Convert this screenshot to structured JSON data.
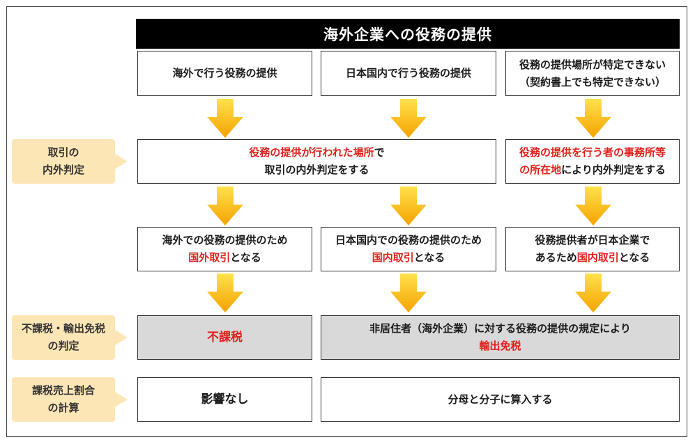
{
  "title": "海外企業への役務の提供",
  "labels": {
    "determination_line1": "取引の",
    "determination_line2": "内外判定",
    "taxation_line1": "不課税・輸出免税",
    "taxation_line2": "の判定",
    "ratio_line1": "課税売上割合",
    "ratio_line2": "の計算"
  },
  "row1": {
    "col1": "海外で行う役務の提供",
    "col2": "日本国内で行う役務の提供",
    "col3_line1": "役務の提供場所が特定できない",
    "col3_line2": "（契約書上でも特定できない）"
  },
  "row2": {
    "left_red": "役務の提供が行われた場所",
    "left_tail": "で",
    "left_line2": "取引の内外判定をする",
    "right_red1": "役務の提供を行う者の事務所等",
    "right_red2": "の所在地",
    "right_tail": "により内外判定をする"
  },
  "row3": {
    "col1_line1": "海外での役務の提供のため",
    "col1_red": "国外取引",
    "col1_tail": "となる",
    "col2_line1": "日本国内での役務の提供のため",
    "col2_red": "国内取引",
    "col2_tail": "となる",
    "col3_line1": "役務提供者が日本企業で",
    "col3_pre": "あるため",
    "col3_red": "国内取引",
    "col3_tail": "となる"
  },
  "row4": {
    "left": "不課税",
    "right_line1": "非居住者（海外企業）に対する役務の提供の規定により",
    "right_red": "輸出免税"
  },
  "row5": {
    "left": "影響なし",
    "right": "分母と分子に算入する"
  },
  "colors": {
    "accent_red": "#e0201b",
    "label_bg": "#fde6b6",
    "arrow_top": "#ffe14d",
    "arrow_bottom": "#f5a300",
    "title_bg": "#000000",
    "gray_box": "#d9d9d9"
  },
  "icons": [
    "down-arrow-icon"
  ]
}
